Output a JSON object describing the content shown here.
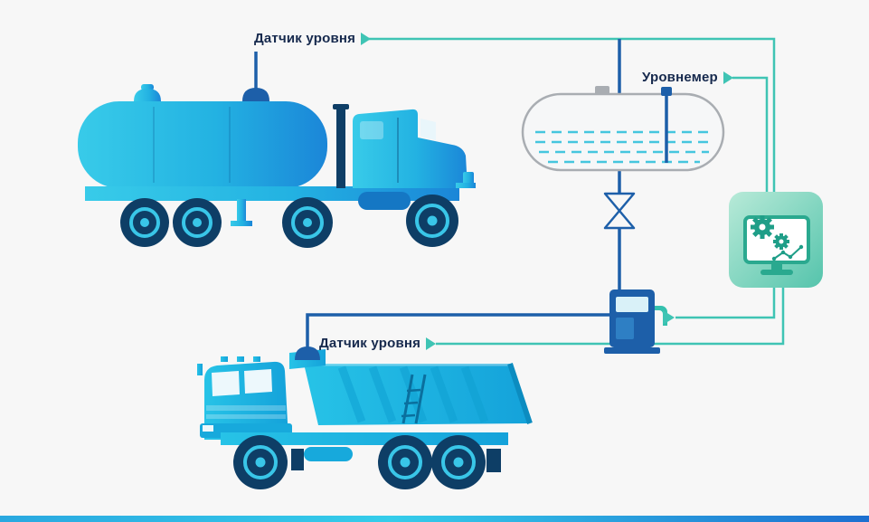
{
  "page": {
    "background": "#f7f7f7",
    "footer_bar_gradient": [
      "#2aa8e0",
      "#35cdea",
      "#1d6fd0"
    ]
  },
  "labels": {
    "tanker_sensor": "Датчик уровня",
    "tank_gauge": "Уровнемер",
    "dump_sensor": "Датчик уровня"
  },
  "colors": {
    "pipe_blue": "#1d5fa9",
    "signal_teal": "#3fc4b4",
    "label_text": "#16294d",
    "truck_cyan": "#2cc5e7",
    "truck_blue": "#1b86d8",
    "wheel_navy": "#0e3e66",
    "tank_outline": "#a9adb2",
    "liquid_cyan": "#45c6de",
    "monitor_teal": "#1f9e88"
  },
  "components": [
    {
      "name": "tanker-truck",
      "meaning": "fuel tanker truck with level sensor on tank"
    },
    {
      "name": "storage-tank",
      "meaning": "horizontal fuel storage tank with level gauge"
    },
    {
      "name": "pipeline-valve",
      "meaning": "valve between tank and dispenser"
    },
    {
      "name": "fuel-dispenser",
      "meaning": "fuel dispensing pump"
    },
    {
      "name": "dump-truck",
      "meaning": "dump truck with fuel level sensor"
    },
    {
      "name": "monitoring-system",
      "meaning": "computer with gears receiving all sensor signals"
    }
  ],
  "icons": {
    "signal_arrow": "triangle-right",
    "gear": "gear-wheel",
    "chart": "line-chart-with-dots",
    "monitor": "computer-monitor"
  }
}
